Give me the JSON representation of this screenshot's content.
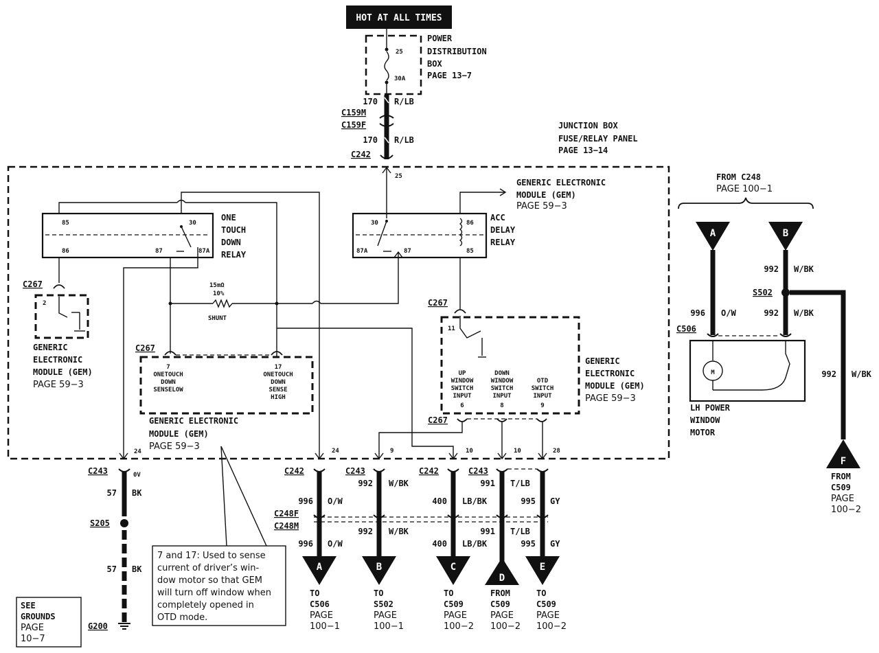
{
  "header": {
    "label": "HOT AT ALL TIMES"
  },
  "power_box": {
    "lines": [
      "POWER",
      "DISTRIBUTION",
      "BOX"
    ],
    "page": "PAGE 13−7",
    "pin_top": "25",
    "fuse": "30A"
  },
  "feed": {
    "circuit": "170",
    "color": "R/LB",
    "c159m": "C159M",
    "c159f": "C159F",
    "c242": "C242"
  },
  "junction": {
    "lines": [
      "JUNCTION BOX",
      "FUSE/RELAY PANEL",
      "PAGE 13−14"
    ],
    "pin25": "25"
  },
  "one_touch_relay": {
    "label": [
      "ONE",
      "TOUCH",
      "DOWN",
      "RELAY"
    ],
    "pins": {
      "p85": "85",
      "p86": "86",
      "p30": "30",
      "p87": "87",
      "p87a": "87A"
    }
  },
  "acc_relay": {
    "label": [
      "ACC",
      "DELAY",
      "RELAY"
    ],
    "pins": {
      "p30": "30",
      "p86": "86",
      "p87a": "87A",
      "p87": "87",
      "p85": "85"
    }
  },
  "gem_top": {
    "lines": [
      "GENERIC ELECTRONIC",
      "MODULE (GEM)",
      "PAGE 59−3"
    ]
  },
  "gem_left": {
    "lines": [
      "GENERIC",
      "ELECTRONIC",
      "MODULE (GEM)",
      "PAGE 59−3"
    ],
    "connector": "C267",
    "pin": "2"
  },
  "shunt": {
    "lines": [
      "15mΩ",
      "10%"
    ],
    "label": "SHUNT"
  },
  "sense_box": {
    "connector": "C267",
    "left": [
      "7",
      "ONETOUCH",
      "DOWN",
      "SENSELOW"
    ],
    "right": [
      "17",
      "ONETOUCH",
      "DOWN",
      "SENSE",
      "HIGH"
    ],
    "caption": [
      "GENERIC ELECTRONIC",
      "MODULE (GEM)",
      "PAGE 59−3"
    ]
  },
  "switch_box": {
    "connector_top": "C267",
    "pin11": "11",
    "inputs": [
      [
        "UP",
        "WINDOW",
        "SWITCH",
        "INPUT",
        "6"
      ],
      [
        "DOWN",
        "WINDOW",
        "SWITCH",
        "INPUT",
        "8"
      ],
      [
        "OTD",
        "SWITCH",
        "INPUT",
        "9"
      ]
    ],
    "caption": [
      "GENERIC",
      "ELECTRONIC",
      "MODULE (GEM)",
      "PAGE 59−3"
    ],
    "connector_bottom": "C267"
  },
  "ground": {
    "connector": "C243",
    "pin": "24",
    "ov": "0V",
    "circuit": "57",
    "color": "BK",
    "splice": "S205",
    "circuit2": "57",
    "color2": "BK",
    "g": "G200"
  },
  "see_grounds": [
    "SEE",
    "GROUNDS",
    "PAGE",
    "10−7"
  ],
  "note": "7 and 17: Used to sense current of driver’s window motor so that GEM will turn off window when completely opened in OTD mode.",
  "note_lines": [
    "7 and 17: Used to sense",
    "current of driver’s win-",
    "dow motor so that GEM",
    "will turn off window when",
    "completely opened in",
    "OTD mode."
  ],
  "columns": [
    {
      "pin": "24",
      "conn_top": "C242",
      "circuit": "996",
      "color": "O/W",
      "conn_split_f": "C248F",
      "conn_split_m": "C248M",
      "circuit2": "996",
      "color2": "O/W",
      "letter": "A",
      "dir": "TO",
      "dest": "C506",
      "page": "PAGE",
      "pagenum": "100−1"
    },
    {
      "pin": "9",
      "conn_top": "C243",
      "circuit": "992",
      "color": "W/BK",
      "circuit2": "992",
      "color2": "W/BK",
      "letter": "B",
      "dir": "TO",
      "dest": "S502",
      "page": "PAGE",
      "pagenum": "100−1"
    },
    {
      "pin": "10",
      "conn_top": "C242",
      "circuit": "400",
      "color": "LB/BK",
      "circuit2": "400",
      "color2": "LB/BK",
      "letter": "C",
      "dir": "TO",
      "dest": "C509",
      "page": "PAGE",
      "pagenum": "100−2"
    },
    {
      "pin": "10",
      "conn_top": "C243",
      "circuit": "991",
      "color": "T/LB",
      "circuit2": "991",
      "color2": "T/LB",
      "letter": "D",
      "dir": "FROM",
      "dest": "C509",
      "page": "PAGE",
      "pagenum": "100−2"
    },
    {
      "pin": "28",
      "conn_top": "",
      "circuit": "995",
      "color": "GY",
      "circuit2": "995",
      "color2": "GY",
      "letter": "E",
      "dir": "TO",
      "dest": "C509",
      "page": "PAGE",
      "pagenum": "100−2"
    }
  ],
  "motor": {
    "from": [
      "FROM C248",
      "PAGE 100−1"
    ],
    "a": {
      "letter": "A",
      "circuit": "996",
      "color": "O/W"
    },
    "b": {
      "letter": "B",
      "circuit": "992",
      "color": "W/BK",
      "circuit2": "992",
      "color2": "W/BK"
    },
    "splice": "S502",
    "connector": "C506",
    "label": [
      "LH POWER",
      "WINDOW",
      "MOTOR"
    ],
    "m": "M",
    "f": {
      "letter": "F",
      "circuit": "992",
      "color": "W/BK",
      "lines": [
        "FROM",
        "C509",
        "PAGE",
        "100−2"
      ]
    }
  }
}
